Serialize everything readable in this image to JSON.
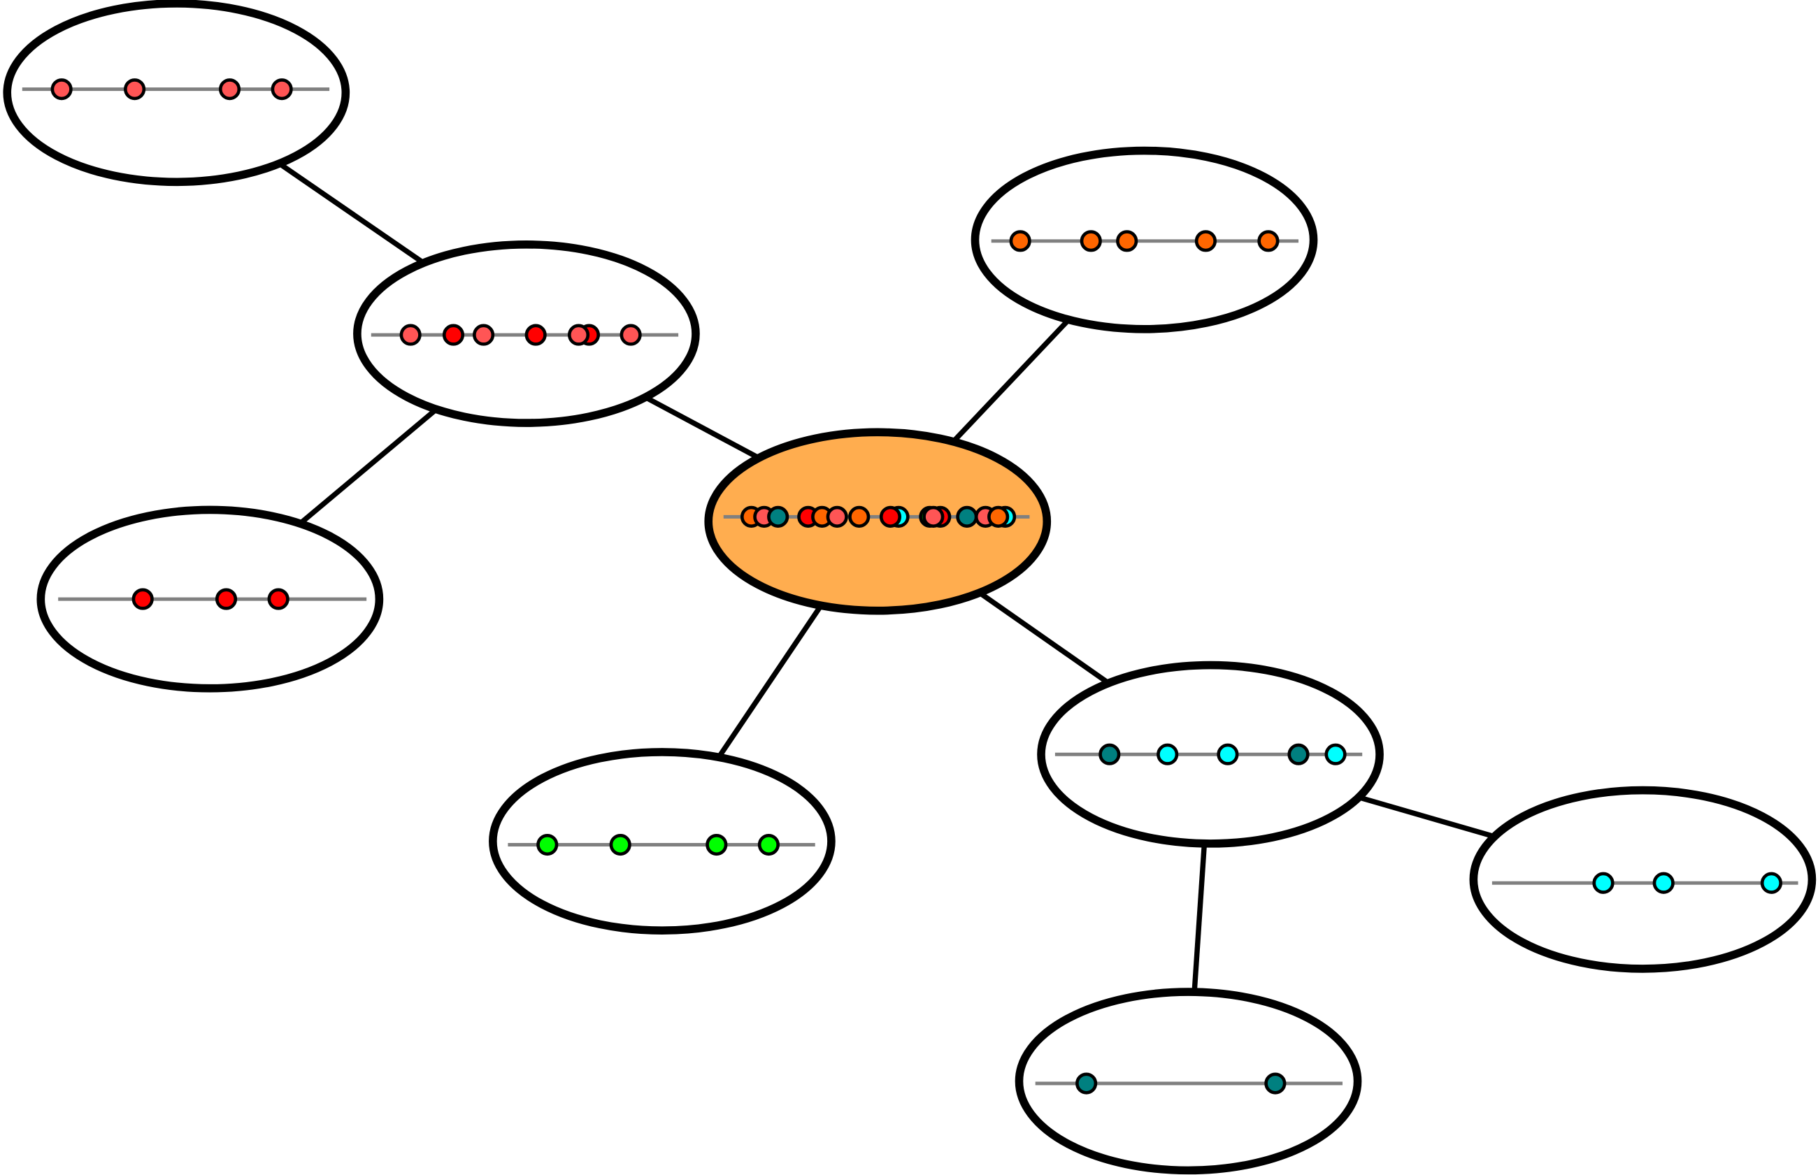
{
  "diagram": {
    "colors": {
      "salmon": "#ff5555",
      "red": "#ff0000",
      "orange": "#ff6600",
      "green": "#00ff00",
      "teal": "#008080",
      "cyan": "#00ffff",
      "center_fill": "#ffad4f",
      "node_fill": "#ffffff",
      "line": "#808080"
    },
    "nodes": [
      {
        "id": "top-left",
        "dots": [
          "salmon",
          "salmon",
          "salmon",
          "salmon"
        ]
      },
      {
        "id": "upper-left",
        "dots": [
          "salmon",
          "red",
          "salmon",
          "red",
          "red",
          "salmon",
          "salmon"
        ]
      },
      {
        "id": "top-right",
        "dots": [
          "orange",
          "orange",
          "orange",
          "orange",
          "orange"
        ]
      },
      {
        "id": "left",
        "dots": [
          "red",
          "red",
          "red"
        ]
      },
      {
        "id": "center",
        "dots": [
          "orange",
          "salmon",
          "teal",
          "red",
          "orange",
          "salmon",
          "orange",
          "cyan",
          "red",
          "green",
          "red",
          "salmon",
          "teal",
          "salmon",
          "cyan",
          "orange"
        ]
      },
      {
        "id": "bottom-center",
        "dots": [
          "green",
          "green",
          "green",
          "green"
        ]
      },
      {
        "id": "right-center",
        "dots": [
          "teal",
          "cyan",
          "cyan",
          "teal",
          "cyan"
        ]
      },
      {
        "id": "right",
        "dots": [
          "cyan",
          "cyan",
          "cyan"
        ]
      },
      {
        "id": "bottom",
        "dots": [
          "teal",
          "teal"
        ]
      }
    ],
    "edges": [
      [
        "top-left",
        "upper-left"
      ],
      [
        "upper-left",
        "center"
      ],
      [
        "upper-left",
        "left"
      ],
      [
        "top-right",
        "center"
      ],
      [
        "center",
        "bottom-center"
      ],
      [
        "center",
        "right-center"
      ],
      [
        "right-center",
        "right"
      ],
      [
        "right-center",
        "bottom"
      ]
    ]
  }
}
